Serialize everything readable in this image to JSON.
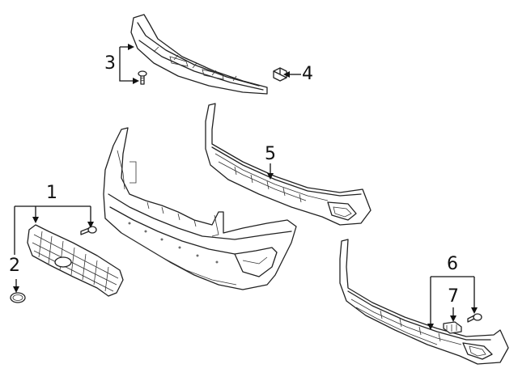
{
  "diagram": {
    "callouts": [
      {
        "id": "1",
        "label": "1",
        "part": "grille-assembly"
      },
      {
        "id": "2",
        "label": "2",
        "part": "emblem"
      },
      {
        "id": "3",
        "label": "3",
        "part": "upper-absorber-and-bolt"
      },
      {
        "id": "4",
        "label": "4",
        "part": "clip"
      },
      {
        "id": "5",
        "label": "5",
        "part": "lower-absorber"
      },
      {
        "id": "6",
        "label": "6",
        "part": "lower-cover-screws"
      },
      {
        "id": "7",
        "label": "7",
        "part": "retainer-clip"
      }
    ],
    "colors": {
      "line": "#222222",
      "background": "#ffffff"
    }
  }
}
